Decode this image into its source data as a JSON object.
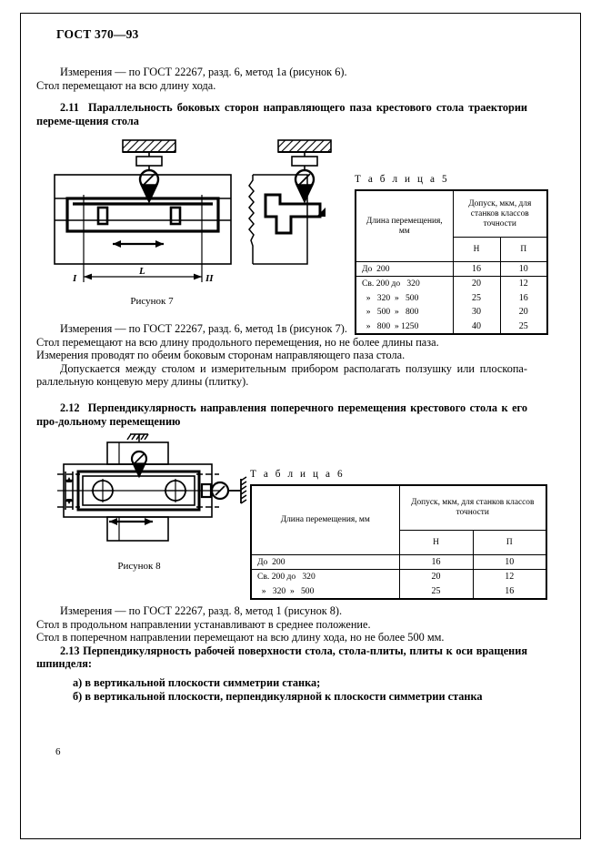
{
  "document": {
    "standard_header": "ГОСТ 370—93",
    "page_number": "6"
  },
  "sections": {
    "intro": {
      "line1": "Измерения — по ГОСТ 22267, разд. 6, метод 1а (рисунок 6).",
      "line2": "Стол перемещают на всю длину хода."
    },
    "s211": {
      "number": "2.11",
      "title": "Параллельность боковых сторон направляющего паза крестового стола траектории переме-щения стола"
    },
    "after_fig7": {
      "line1": "Измерения — по ГОСТ 22267, разд. 6, метод 1в (рисунок 7).",
      "line2": "Стол перемещают на всю длину продольного перемещения, но не более длины паза.",
      "line3": "Измерения проводят по обеим боковым сторонам направляющего паза стола.",
      "line4": "Допускается между столом и измерительным прибором располагать ползушку или плоскопа-раллельную концевую меру длины (плитку)."
    },
    "s212": {
      "number": "2.12",
      "title": "Перпендикулярность направления поперечного перемещения крестового стола к его про-дольному перемещению"
    },
    "after_fig8": {
      "line1": "Измерения — по ГОСТ 22267, разд. 8, метод 1 (рисунок 8).",
      "line2": "Стол в продольном направлении устанавливают в среднее положение.",
      "line3": "Стол в поперечном направлении перемещают на всю длину хода, но не более 500 мм."
    },
    "s213": {
      "number": "2.13",
      "title": "Перпендикулярность рабочей поверхности стола, стола-плиты, плиты к оси вращения шпинделя:",
      "item_a": "а)  в вертикальной плоскости симметрии станка;",
      "item_b": "б)  в вертикальной плоскости, перпендикулярной к плоскости симметрии станка"
    }
  },
  "figures": {
    "fig7": {
      "caption": "Рисунок 7",
      "label_left": "I",
      "label_right": "II",
      "label_length": "L"
    },
    "fig8": {
      "caption": "Рисунок 8"
    }
  },
  "table5": {
    "caption": "Т а б л и ц а  5",
    "header_col1": "Длина перемещения,\nмм",
    "header_col2": "Допуск, мкм, для\nстанков классов\nточности",
    "subheader": [
      "Н",
      "П"
    ],
    "rows": [
      {
        "range": "До  200",
        "N": "16",
        "P": "10"
      },
      {
        "range": "Св. 200 до   320",
        "N": "20",
        "P": "12"
      },
      {
        "range": "  »   320  »   500",
        "N": "25",
        "P": "16"
      },
      {
        "range": "  »   500  »   800",
        "N": "30",
        "P": "20"
      },
      {
        "range": "  »   800  » 1250",
        "N": "40",
        "P": "25"
      }
    ]
  },
  "table6": {
    "caption": "Т а б л и ц а  6",
    "header_col1": "Длина перемещения, мм",
    "header_col2": "Допуск, мкм, для станков классов\nточности",
    "subheader": [
      "Н",
      "П"
    ],
    "rows": [
      {
        "range": "До  200",
        "N": "16",
        "P": "10"
      },
      {
        "range": "Св. 200 до   320",
        "N": "20",
        "P": "12"
      },
      {
        "range": "  »   320  »   500",
        "N": "25",
        "P": "16"
      }
    ]
  }
}
